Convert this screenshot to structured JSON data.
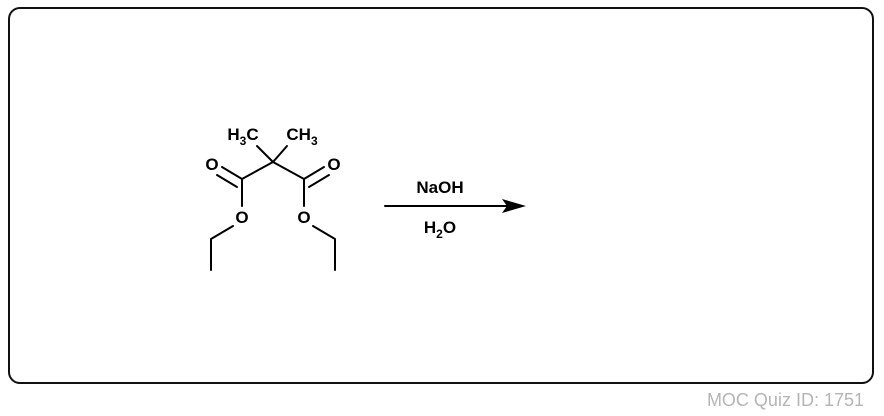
{
  "molecule": {
    "substituent_left": {
      "main": "H",
      "sub": "3",
      "tail": "C"
    },
    "substituent_right": {
      "main": "CH",
      "sub": "3"
    },
    "carbonyl_oxygen_left": "O",
    "carbonyl_oxygen_right": "O",
    "ester_oxygen_left": "O",
    "ester_oxygen_right": "O"
  },
  "reaction": {
    "reagent_above": "NaOH",
    "reagent_below": {
      "main": "H",
      "sub": "2",
      "tail": "O"
    }
  },
  "footer": {
    "quiz_id": "MOC Quiz ID: 1751"
  },
  "colors": {
    "ink": "#000000",
    "frame": "#111111",
    "footer_text": "#b5b5b5"
  }
}
